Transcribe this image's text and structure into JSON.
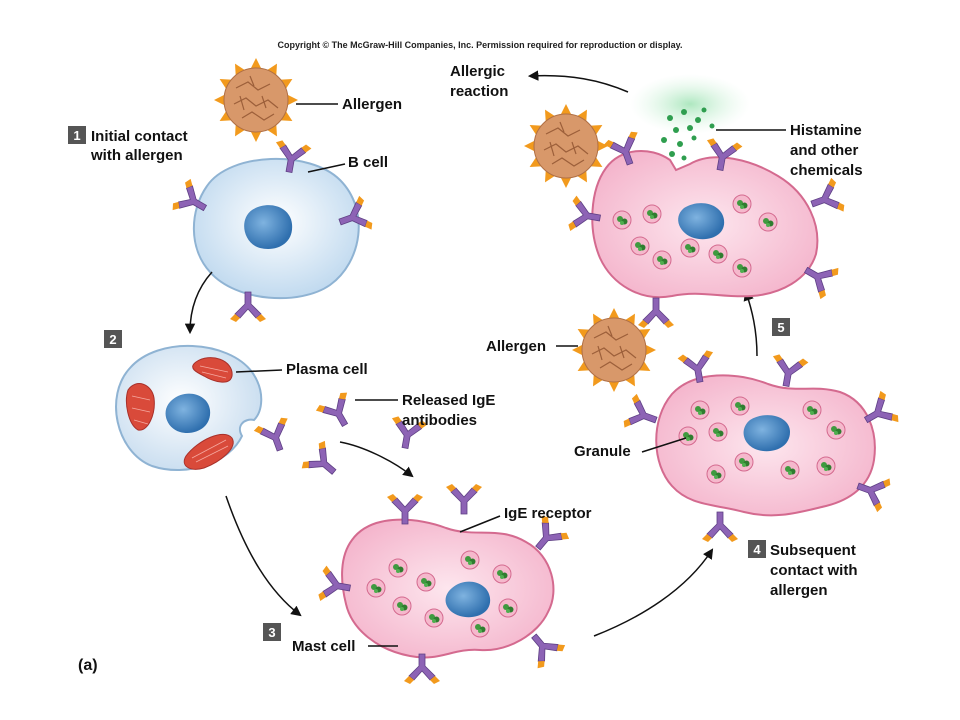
{
  "copyright": "Copyright © The McGraw-Hill Companies, Inc. Permission required for reproduction or display.",
  "part_label": "(a)",
  "colors": {
    "allergen": "#d8986a",
    "spike": "#f29a1d",
    "antibody": "#8d63b5",
    "b_cell": "#cfe2f3",
    "nucleus": "#3d85c6",
    "plasma_cell": "#d9e8f6",
    "mitochondria": "#d94a3a",
    "mast_cell": "#f7c6d9",
    "granule": "#3f9a3f",
    "histamine": "#2f9e4f"
  },
  "steps": [
    {
      "number": "1",
      "lines": [
        "Initial contact",
        "with allergen"
      ]
    },
    {
      "number": "2",
      "lines": []
    },
    {
      "number": "3",
      "lines": []
    },
    {
      "number": "4",
      "lines": [
        "Subsequent",
        "contact with",
        "allergen"
      ]
    },
    {
      "number": "5",
      "lines": []
    }
  ],
  "labels": {
    "allergen_top": "Allergen",
    "b_cell": "B cell",
    "plasma_cell": "Plasma cell",
    "released_ige": [
      "Released IgE",
      "antibodies"
    ],
    "ige_receptor": "IgE receptor",
    "mast_cell": "Mast cell",
    "allergen_mid": "Allergen",
    "granule": "Granule",
    "allergic_reaction": [
      "Allergic",
      "reaction"
    ],
    "histamine": [
      "Histamine",
      "and other",
      "chemicals"
    ]
  }
}
